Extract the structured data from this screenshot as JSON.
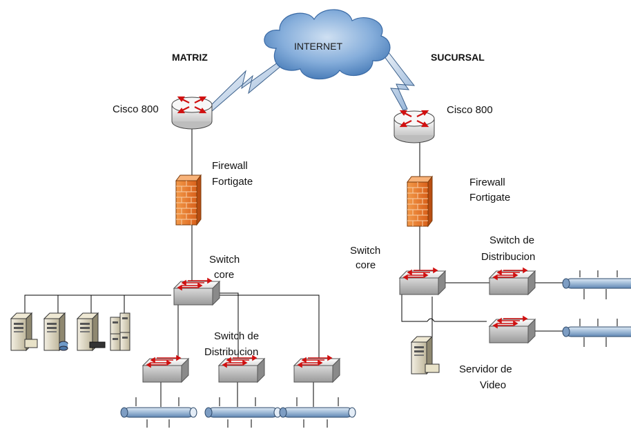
{
  "sites": {
    "matriz": {
      "title": "MATRIZ",
      "router": "Cisco 800",
      "firewall": [
        "Firewall",
        "Fortigate"
      ],
      "switch_core": [
        "Switch",
        "core"
      ],
      "switch_distribucion": [
        "Switch de",
        "Distribucion"
      ]
    },
    "sucursal": {
      "title": "SUCURSAL",
      "router": "Cisco 800",
      "firewall": [
        "Firewall",
        "Fortigate"
      ],
      "switch_core": [
        "Switch",
        "core"
      ],
      "switch_distribucion": [
        "Switch de",
        "Distribucion"
      ],
      "servidor": [
        "Servidor de",
        "Video"
      ]
    }
  },
  "cloud": "INTERNET",
  "colors": {
    "cloud": "#7ea6d3",
    "firewall": "#e8731f",
    "router_arrows": "#d01010",
    "bus": "#b7cde3",
    "line": "#000000"
  },
  "icons": [
    "internet-cloud-icon",
    "router-icon",
    "firewall-icon",
    "switch-icon",
    "server-icon",
    "bus-segment-icon"
  ]
}
